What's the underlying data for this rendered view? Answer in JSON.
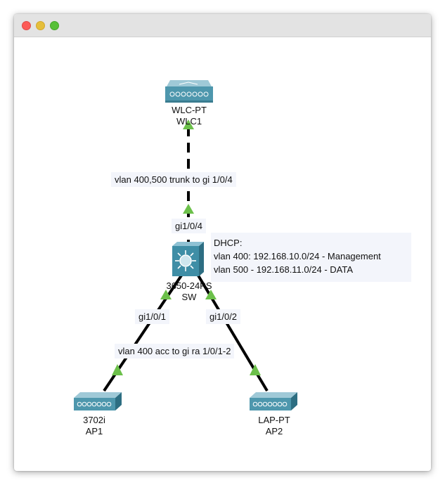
{
  "window": {
    "controls": [
      "close",
      "minimize",
      "maximize"
    ]
  },
  "devices": {
    "wlc": {
      "model": "WLC-PT",
      "name": "WLC1"
    },
    "switch": {
      "model": "3650-24PS",
      "name": "SW"
    },
    "ap1": {
      "model": "3702i",
      "name": "AP1"
    },
    "ap2": {
      "model": "LAP-PT",
      "name": "AP2"
    }
  },
  "links": {
    "trunk_label": "vlan 400,500 trunk to gi 1/0/4",
    "access_label": "vlan 400 acc to gi ra 1/0/1-2",
    "ports": {
      "sw_uplink": "gi1/0/4",
      "sw_ap1": "gi1/0/1",
      "sw_ap2": "gi1/0/2"
    }
  },
  "dhcp_note": {
    "title": "DHCP:",
    "line1": "vlan 400: 192.168.10.0/24 - Management",
    "line2": "vlan 500 - 192.168.11.0/24 - DATA"
  },
  "colors": {
    "link_status_up": "#6cc04a",
    "device_teal": "#3f8ea6",
    "label_bg": "#f3f5fb"
  },
  "icons": {
    "wlc": "wireless-lan-controller-icon",
    "switch": "multilayer-switch-icon",
    "ap": "access-point-icon",
    "status": "link-up-triangle-icon"
  }
}
